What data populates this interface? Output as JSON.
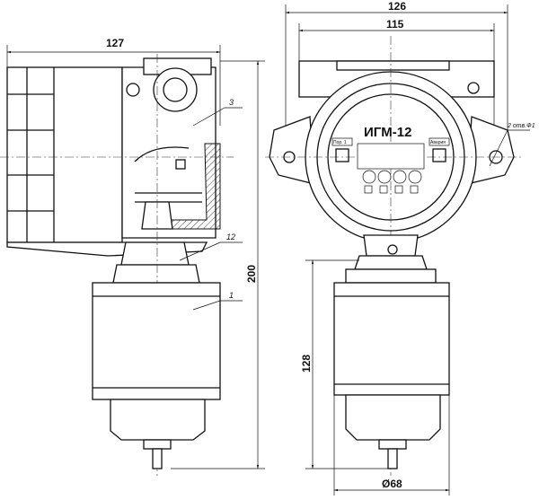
{
  "title": "ИГМ-12",
  "dimensions": {
    "left_width": "127",
    "overall_width": "126",
    "mount_spacing": "115",
    "overall_height": "200",
    "sensor_height": "128",
    "sensor_diameter": "Ø68"
  },
  "callouts": {
    "housing": "3",
    "nut": "12",
    "sensor": "1",
    "holes": "2 отв.Ф1"
  },
  "panel": {
    "left_tag": "Пор. 1",
    "right_tag": "Авария"
  }
}
